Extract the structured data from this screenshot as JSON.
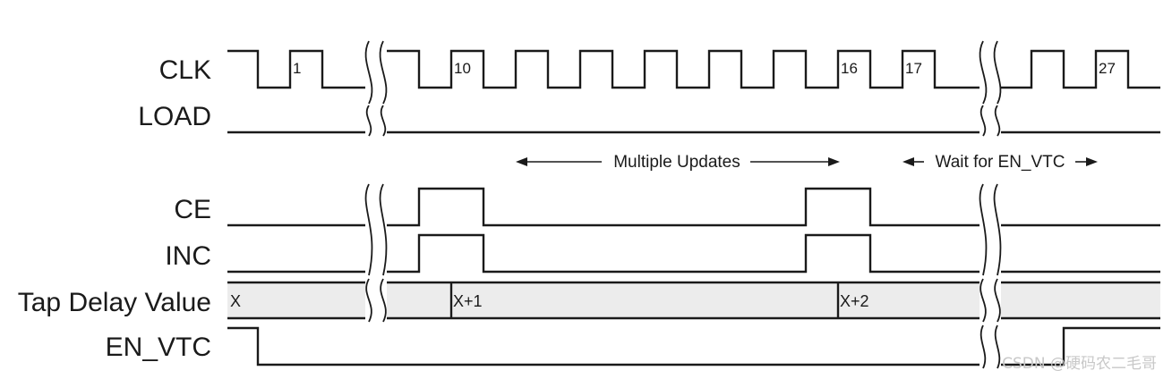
{
  "signals": {
    "clk": "CLK",
    "load": "LOAD",
    "ce": "CE",
    "inc": "INC",
    "tap": "Tap Delay Value",
    "en_vtc": "EN_VTC"
  },
  "clock_cycle_labels": [
    "1",
    "10",
    "16",
    "17",
    "27"
  ],
  "tap_values": [
    "X",
    "X+1",
    "X+2"
  ],
  "annotations": {
    "multiple_updates": "Multiple Updates",
    "wait_for_en_vtc": "Wait for EN_VTC"
  },
  "watermark": "CSDN @硬码农二毛哥"
}
